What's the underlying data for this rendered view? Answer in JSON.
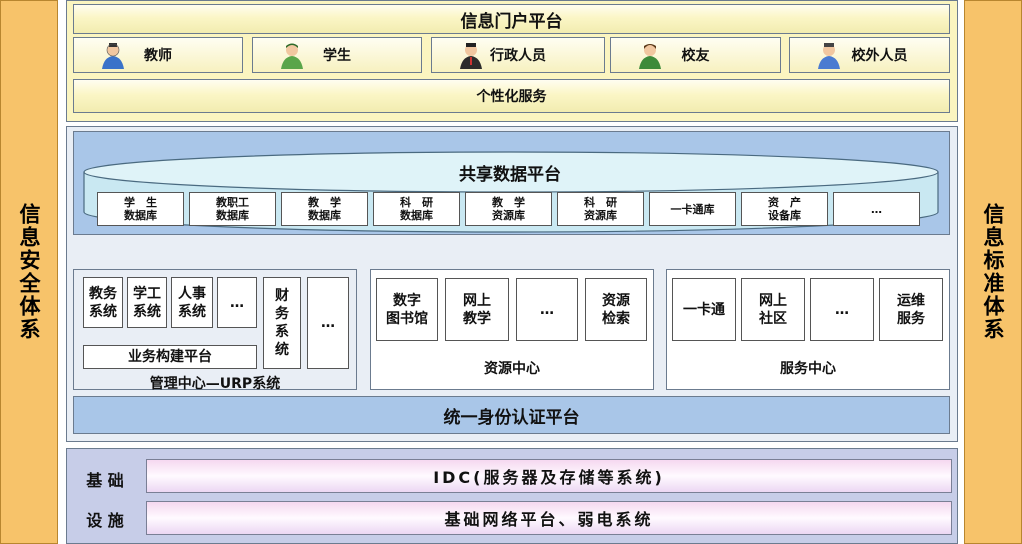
{
  "security": "信息安全体系",
  "standards": "信息标准体系",
  "portal": {
    "title": "信息门户平台",
    "users": [
      {
        "label": "教师",
        "icon": "teacher-icon"
      },
      {
        "label": "学生",
        "icon": "student-icon"
      },
      {
        "label": "行政人员",
        "icon": "admin-staff-icon"
      },
      {
        "label": "校友",
        "icon": "alumni-icon"
      },
      {
        "label": "校外人员",
        "icon": "external-person-icon"
      }
    ],
    "service": "个性化服务"
  },
  "shared": {
    "title": "共享数据平台",
    "databases": [
      "学　生\n数据库",
      "教职工\n数据库",
      "教　学\n数据库",
      "科　研\n数据库",
      "教　学\n资源库",
      "科　研\n资源库",
      "一卡通库",
      "资　产\n设备库",
      "…"
    ]
  },
  "mgmt": {
    "systems": [
      "教务\n系统",
      "学工\n系统",
      "人事\n系统",
      "…"
    ],
    "finance": "财\n务\n系\n统",
    "more": "…",
    "platform": "业务构建平台",
    "caption": "管理中心—URP系统"
  },
  "resource": {
    "items": [
      "数字\n图书馆",
      "网上\n教学",
      "…",
      "资源\n检索"
    ],
    "caption": "资源中心"
  },
  "servicecenter": {
    "items": [
      "一卡通",
      "网上\n社区",
      "…",
      "运维\n服务"
    ],
    "caption": "服务中心"
  },
  "auth": "统一身份认证平台",
  "infra": {
    "label1": "基 础",
    "label2": "设 施",
    "idc": "IDC(服务器及存储等系统)",
    "network": "基础网络平台、弱电系统"
  },
  "colors": {
    "side": "#f7c36a",
    "portal_bg": "#fbf5c0",
    "mid_bg": "#a9c6e8",
    "infra_bg": "#c7cde8",
    "ellipse": "#bfe3ef"
  }
}
